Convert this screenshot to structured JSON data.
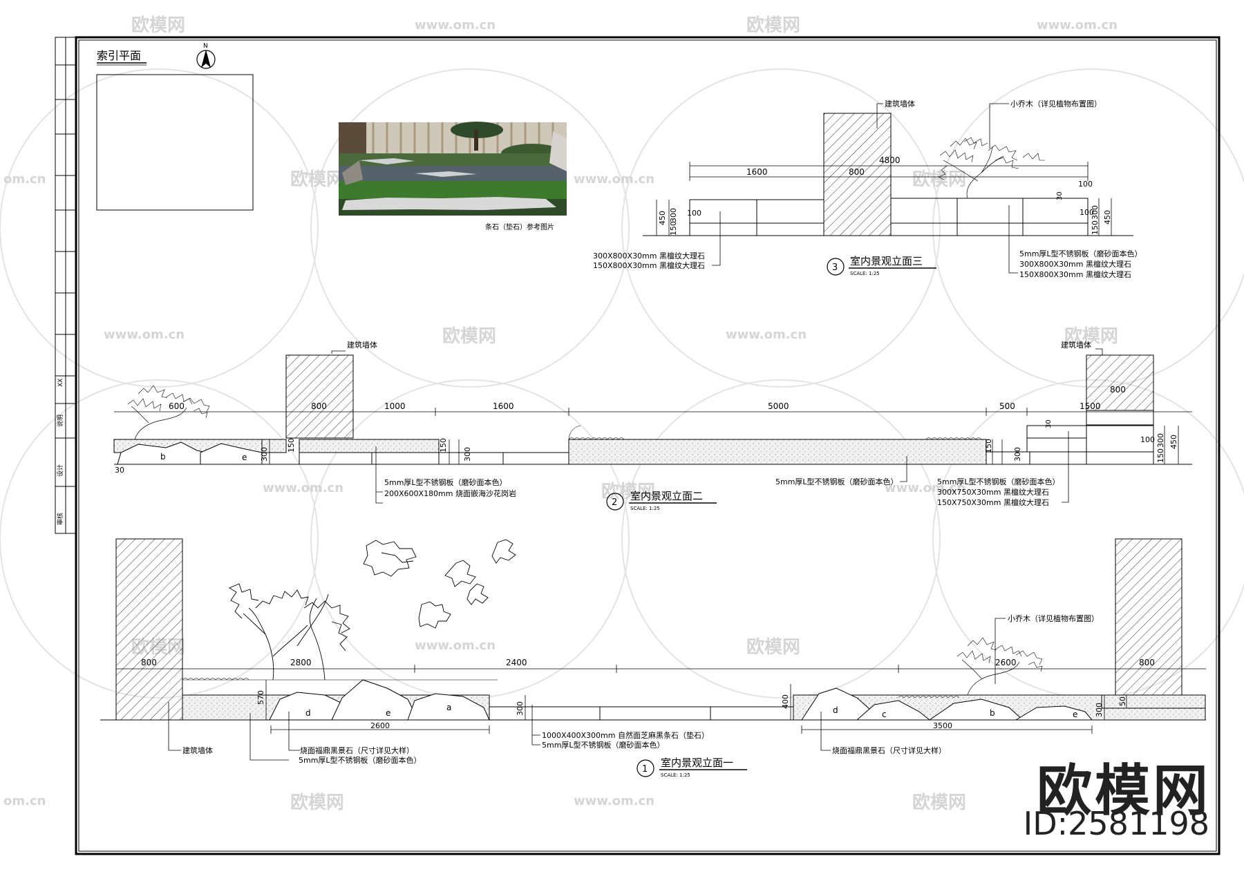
{
  "index_plan": {
    "title": "索引平面",
    "north": "N"
  },
  "photo": {
    "caption": "条石（垫石）参考图片"
  },
  "watermark": {
    "brand": "欧模网",
    "url": "www.om.cn",
    "url_short": "om.cn",
    "id": "ID:2581198"
  },
  "elev3": {
    "no": "3",
    "title": "室内景观立面三",
    "scale": "SCALE:  1:25",
    "dims": [
      "1600",
      "800",
      "4800",
      "100",
      "30",
      "100",
      "450",
      "300",
      "150",
      "100",
      "300",
      "150",
      "450"
    ],
    "labels": {
      "wall": "建筑墙体",
      "tree": "小乔木（详见植物布置图）",
      "left1": "300X800X30mm 黑檀纹大理石",
      "left2": "150X800X30mm 黑檀纹大理石",
      "right1": "5mm厚L型不锈钢板（磨砂面本色）",
      "right2": "300X800X30mm 黑檀纹大理石",
      "right3": "150X800X30mm 黑檀纹大理石"
    }
  },
  "elev2": {
    "no": "2",
    "title": "室内景观立面二",
    "scale": "SCALE:  1:25",
    "dims": [
      "600",
      "800",
      "1000",
      "1600",
      "5000",
      "500",
      "1500",
      "800",
      "150",
      "150",
      "300",
      "300",
      "150",
      "300",
      "30",
      "100",
      "300",
      "450",
      "150",
      "30"
    ],
    "stones": [
      "b",
      "e"
    ],
    "labels": {
      "wall_left": "建筑墙体",
      "wall_right": "建筑墙体",
      "note1": "5mm厚L型不锈钢板（磨砂面本色）",
      "note2": "200X600X180mm 烧面嵌海沙花岗岩",
      "note3": "5mm厚L型不锈钢板（磨砂面本色）",
      "note4": "5mm厚L型不锈钢板（磨砂面本色）",
      "note5": "300X750X30mm 黑檀纹大理石",
      "note6": "150X750X30mm 黑檀纹大理石"
    }
  },
  "elev1": {
    "no": "1",
    "title": "室内景观立面一",
    "scale": "SCALE:  1:25",
    "dims": [
      "800",
      "2800",
      "2400",
      "570",
      "300",
      "400",
      "2600",
      "3500",
      "2600",
      "800",
      "300",
      "50"
    ],
    "stones": [
      "d",
      "e",
      "a",
      "d",
      "c",
      "b",
      "e"
    ],
    "labels": {
      "wall": "建筑墙体",
      "tree": "小乔木（详见植物布置图）",
      "n1": "烧面福鼎黑景石（尺寸详见大样）",
      "n2": "5mm厚L型不锈钢板（磨砂面本色）",
      "n3": "1000X400X300mm 自然面芝麻黑条石（垫石）",
      "n4": "5mm厚L型不锈钢板（磨砂面本色）",
      "n5": "烧面福鼎黑景石（尺寸详见大样）"
    }
  },
  "title_block": {
    "t1": "XX",
    "t2": "说明",
    "t3": "设计",
    "t4": "审核"
  }
}
